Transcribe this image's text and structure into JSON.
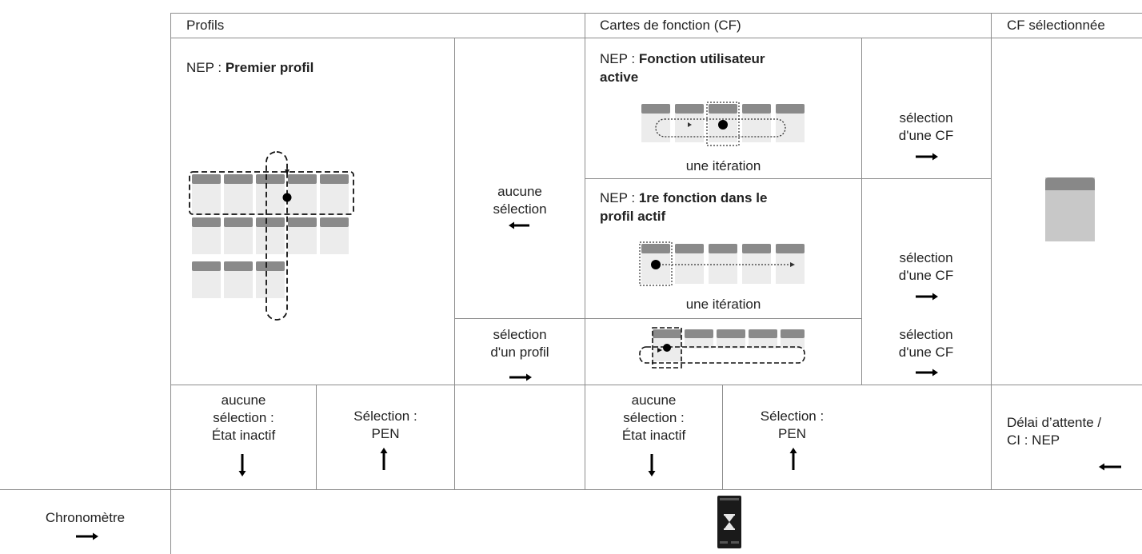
{
  "headers": {
    "profils": "Profils",
    "cartes": "Cartes de fonction (CF)",
    "cf_selected": "CF sélectionnée"
  },
  "profile_cell": {
    "prefix": "NEP : ",
    "title": "Premier profil"
  },
  "cf_cell1": {
    "prefix": "NEP : ",
    "title_line1": "Fonction utilisateur",
    "title_line2": "active",
    "caption": "une itération"
  },
  "cf_cell2": {
    "prefix": "NEP : ",
    "title_line1": "1re fonction dans le",
    "title_line2": "profil actif",
    "caption": "une itération"
  },
  "transitions": {
    "no_selection": [
      "aucune",
      "sélection"
    ],
    "profile_selection": [
      "sélection",
      "d'un profil"
    ],
    "cf_selection": [
      "sélection",
      "d'une CF"
    ]
  },
  "bottom_row": {
    "inactive": [
      "aucune",
      "sélection :",
      "État inactif"
    ],
    "pen": [
      "Sélection :",
      "PEN"
    ],
    "timeout": [
      "Délai d’attente /",
      "CI : NEP"
    ]
  },
  "timer": {
    "label": "Chronomètre"
  },
  "icons": {
    "arrow_right": "arrow-right-icon",
    "arrow_left": "arrow-left-icon",
    "arrow_up": "arrow-up-icon",
    "arrow_down": "arrow-down-icon",
    "hourglass": "hourglass-icon"
  }
}
